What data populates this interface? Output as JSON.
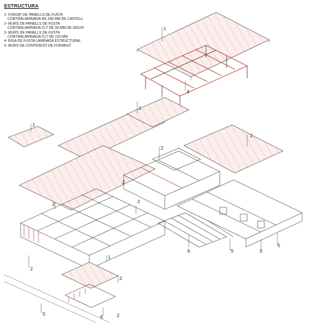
{
  "legend": {
    "title": "ESTRUCTURA",
    "items": [
      {
        "line1": "1- FORJAT DE PANELLS DE FUSTA",
        "line2": "CONTRALAMINADA DE 245 mm DE CANTELL"
      },
      {
        "line1": "2- MURS DE PANELLS DE FUSTA",
        "line2": "CONTRALAMINADA CLT DE 90 mm DE GRUIX"
      },
      {
        "line1": "3- MURS DE PANELLS DE FUSTA",
        "line2": "CONTRALAMINADA CLT DE 120 mm"
      },
      {
        "line1": "4- BIGA DE FUSTA LAMINADA ESTRUCTURAL",
        "line2": ""
      },
      {
        "line1": "5- MURS DE CONTENCIÓ DE FORMIGÓ",
        "line2": ""
      }
    ]
  },
  "callouts": {
    "c1": "1",
    "c2": "4",
    "c3": "1",
    "c4": "1",
    "c5": "2",
    "c6": "1",
    "c7": "2",
    "c8": "2",
    "c9": "2",
    "c10": "2",
    "c11": "6",
    "c12": "5",
    "c13": "3",
    "c14": "5",
    "c15": "1",
    "c16": "2",
    "c17": "6",
    "c18": "2",
    "c19": "5"
  },
  "colors": {
    "line": "#333333",
    "accent": "#c0392b",
    "slab": "#f7e4e2"
  }
}
